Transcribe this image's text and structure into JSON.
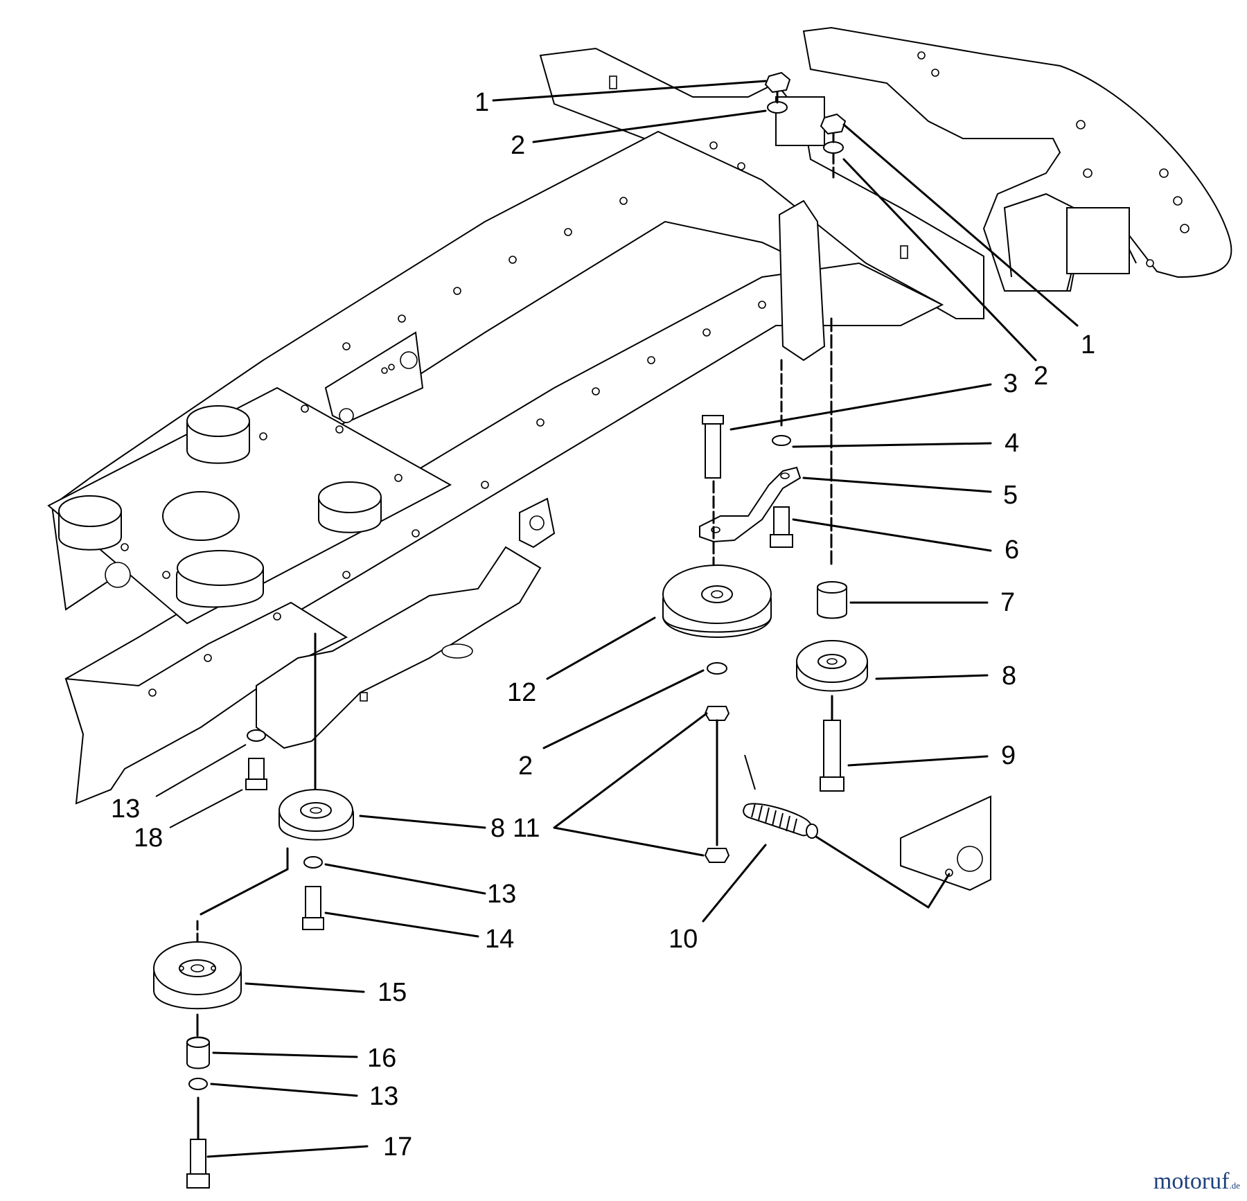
{
  "diagram": {
    "callouts": [
      "1",
      "2",
      "1",
      "2",
      "3",
      "4",
      "5",
      "6",
      "7",
      "8",
      "9",
      "12",
      "2",
      "11",
      "10",
      "13",
      "18",
      "8",
      "13",
      "14",
      "15",
      "16",
      "13",
      "17"
    ]
  },
  "watermark": {
    "brand": "motoruf",
    "tld": ".de",
    "color": "#1e3f7a"
  }
}
